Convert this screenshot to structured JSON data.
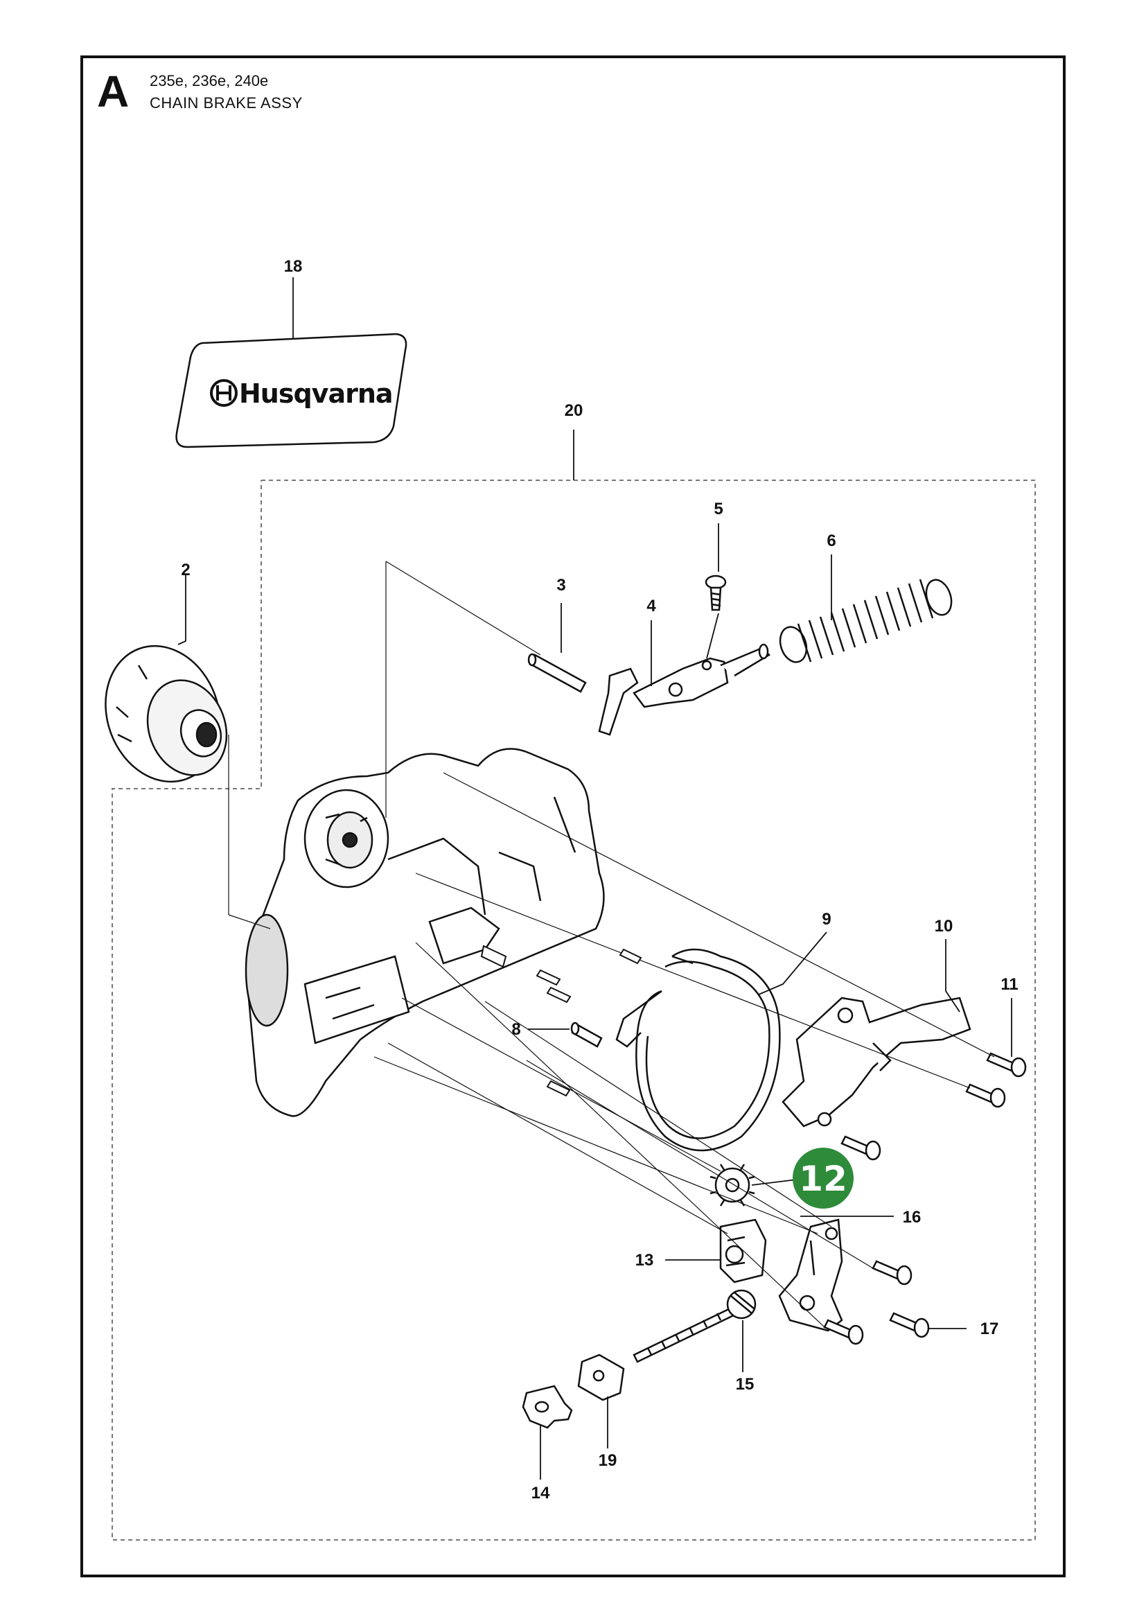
{
  "header": {
    "section_letter": "A",
    "models": "235e, 236e, 240e",
    "assembly_title": "CHAIN BRAKE ASSY"
  },
  "logo": {
    "text": "Husqvarna"
  },
  "highlight": {
    "label": "12",
    "color": "#2e8b3a"
  },
  "callouts": [
    "2",
    "3",
    "4",
    "5",
    "6",
    "8",
    "9",
    "10",
    "11",
    "13",
    "14",
    "15",
    "16",
    "17",
    "18",
    "19",
    "20"
  ],
  "colors": {
    "line": "#111111",
    "highlight": "#2e8b3a"
  }
}
